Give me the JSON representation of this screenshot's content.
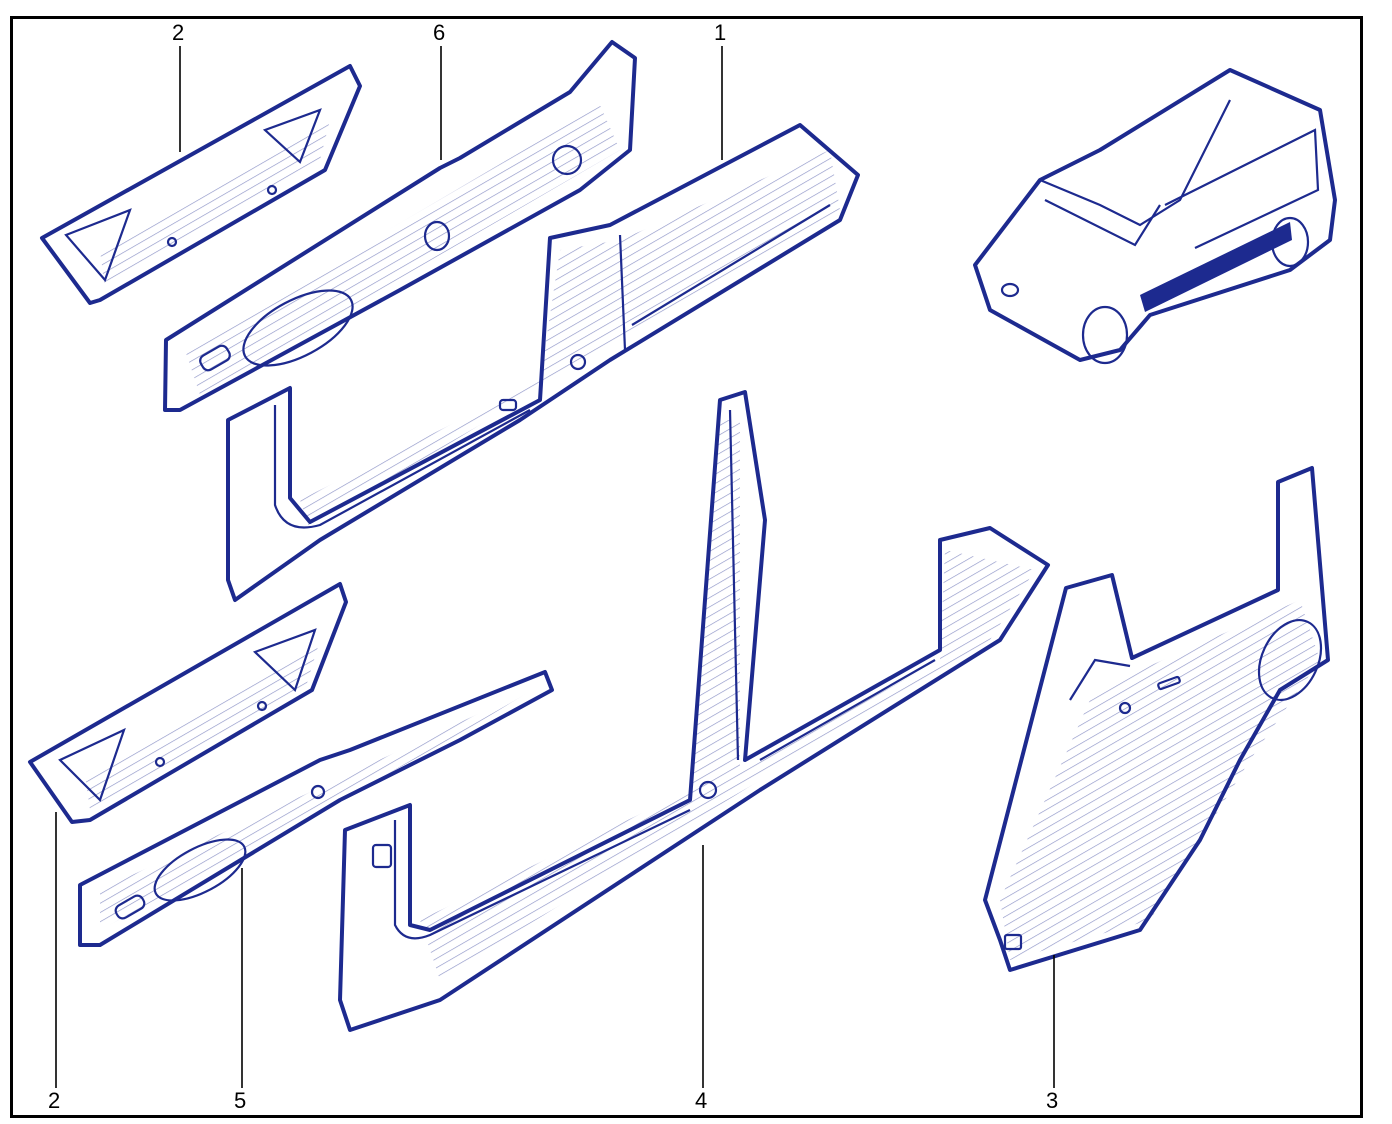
{
  "colors": {
    "line": "#1d2a8f",
    "highlight": "#1d2a8f",
    "frame": "#000000"
  },
  "callouts": {
    "top_2": "2",
    "top_6": "6",
    "top_1": "1",
    "bottom_2": "2",
    "bottom_5": "5",
    "bottom_4": "4",
    "bottom_3": "3"
  },
  "icons": [
    "vehicle-icon"
  ]
}
